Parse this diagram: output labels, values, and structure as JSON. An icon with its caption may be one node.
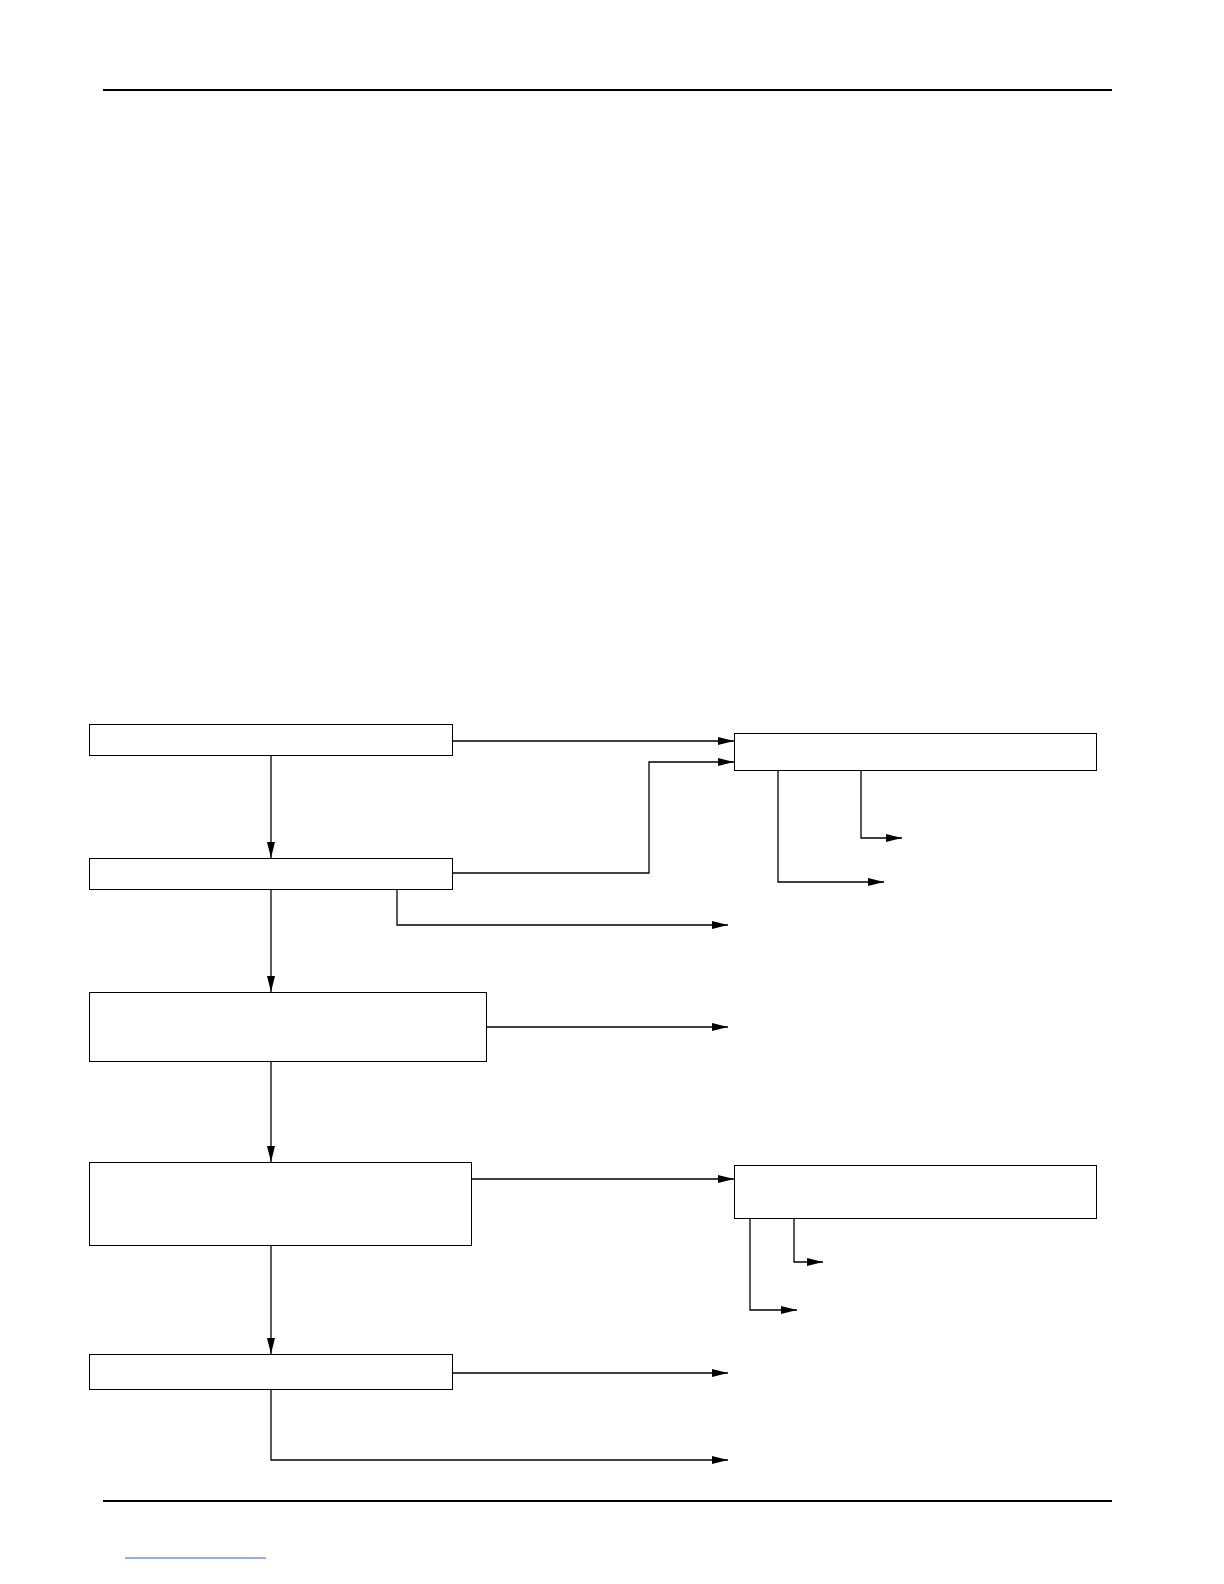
{
  "diagram": {
    "nodes": [
      {
        "text": [],
        "shape": "box"
      },
      {
        "text": [],
        "shape": "box"
      },
      {
        "text": [],
        "shape": "box"
      },
      {
        "text": [],
        "shape": "box"
      },
      {
        "text": [],
        "shape": "box"
      },
      {
        "text": [],
        "shape": "box"
      },
      {
        "text": [],
        "shape": "box"
      }
    ],
    "edges": [
      {
        "from": 0,
        "to": 1,
        "arrow": "to"
      },
      {
        "from": 0,
        "to": 2,
        "arrow": "to"
      },
      {
        "from": 2,
        "to": 1,
        "arrow": "to"
      },
      {
        "from": 2,
        "to": null,
        "arrow": "to"
      },
      {
        "from": 2,
        "to": 3,
        "arrow": "to"
      },
      {
        "from": 1,
        "to": null,
        "arrow": "to"
      },
      {
        "from": 1,
        "to": null,
        "arrow": "to"
      },
      {
        "from": 3,
        "to": null,
        "arrow": "to"
      },
      {
        "from": 3,
        "to": 4,
        "arrow": "to"
      },
      {
        "from": 4,
        "to": 5,
        "arrow": "to"
      },
      {
        "from": 5,
        "to": null,
        "arrow": "to"
      },
      {
        "from": 5,
        "to": null,
        "arrow": "to"
      },
      {
        "from": 4,
        "to": 6,
        "arrow": "to"
      },
      {
        "from": 6,
        "to": null,
        "arrow": "to"
      },
      {
        "from": 6,
        "to": null,
        "arrow": "to"
      }
    ]
  }
}
